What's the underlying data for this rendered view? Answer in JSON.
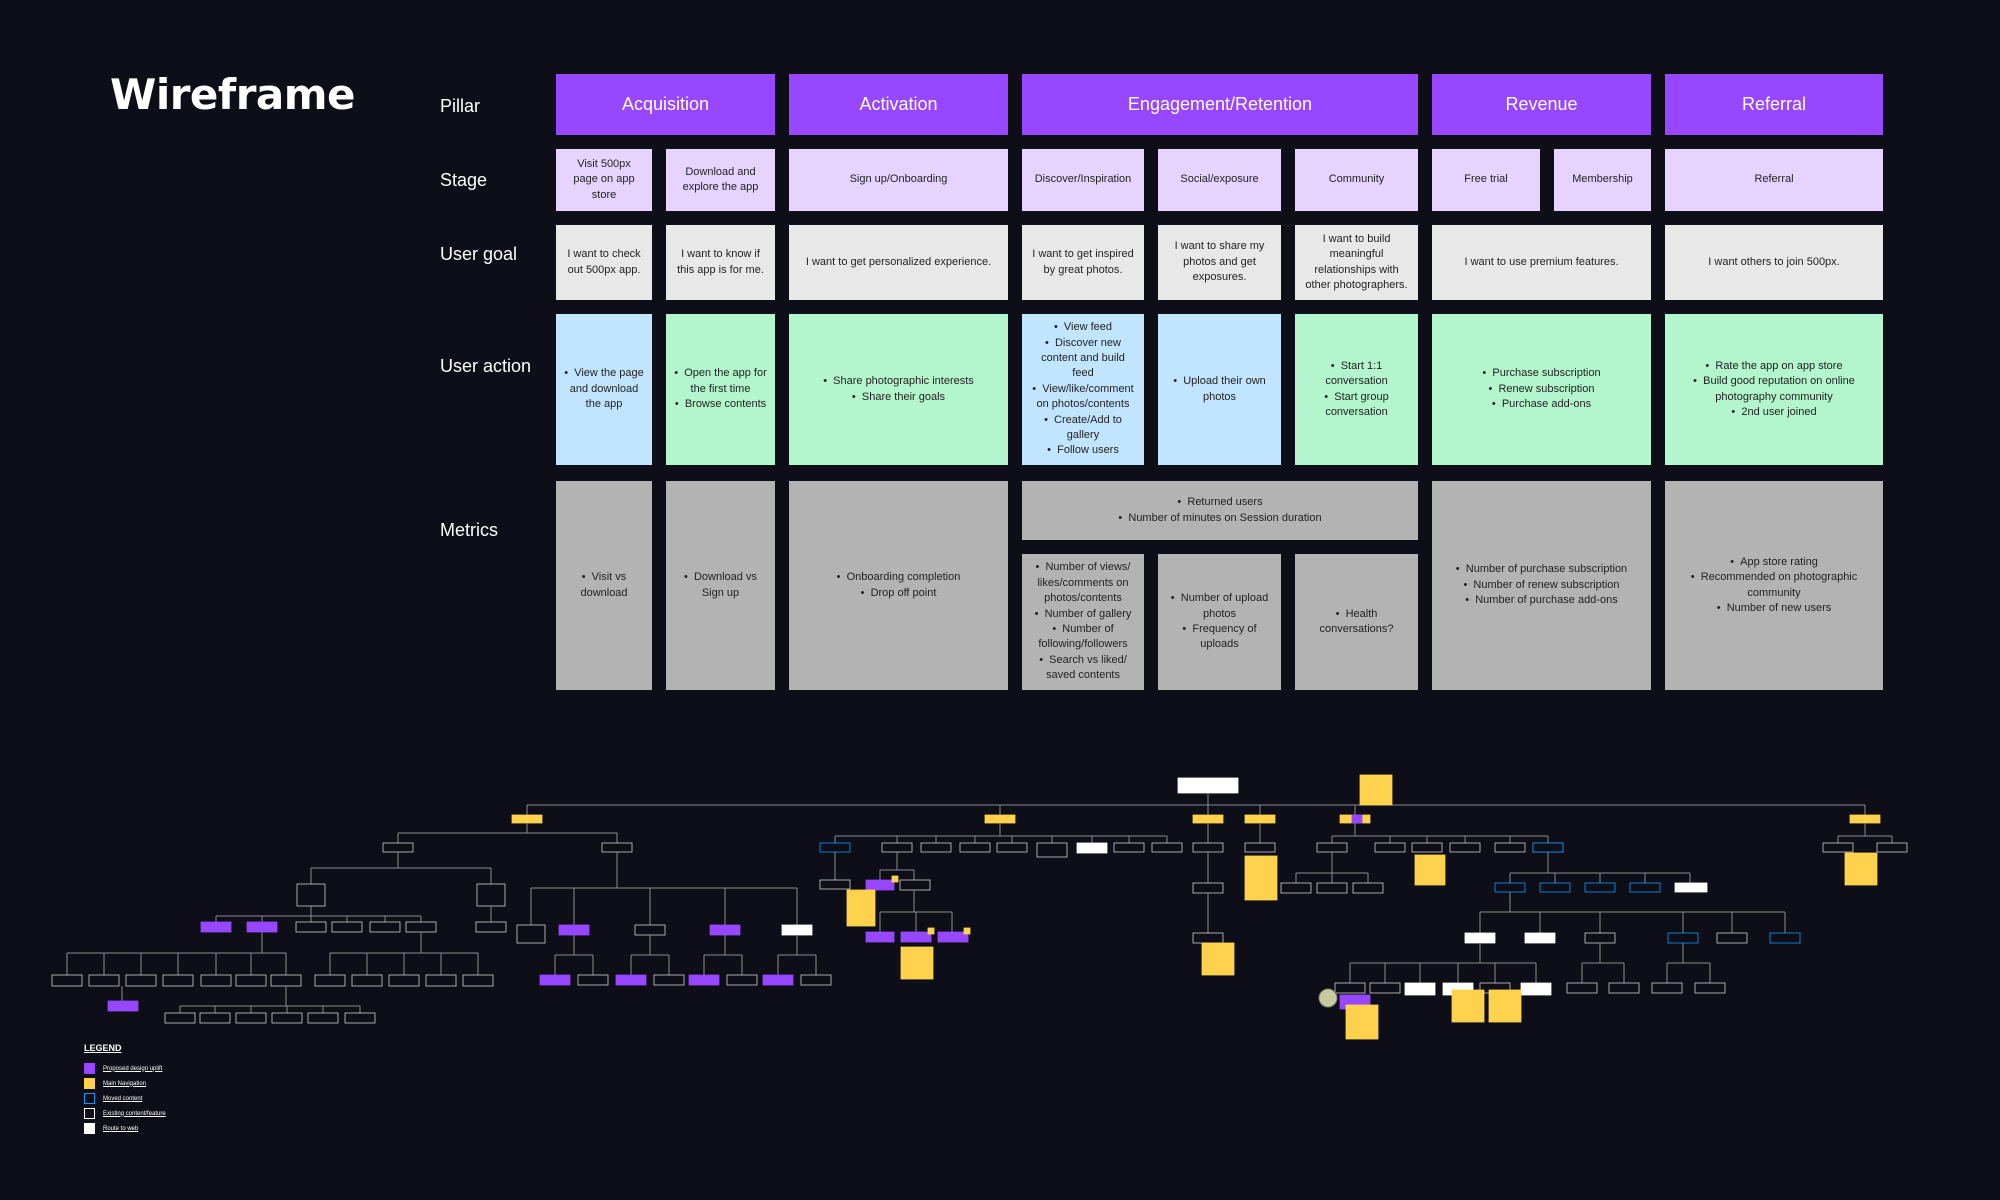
{
  "title": "Wireframe",
  "row_labels": {
    "pillar": "Pillar",
    "stage": "Stage",
    "user_goal": "User goal",
    "user_action": "User action",
    "metrics": "Metrics"
  },
  "colors": {
    "background": "#0e0e18",
    "pillar": "#9747ff",
    "stage": "#e6d4ff",
    "goal": "#e8e8e8",
    "action_blue": "#c2e5ff",
    "action_green": "#b3f5cc",
    "metrics": "#b3b3b3",
    "sticky": "#ffd24d"
  },
  "pillars": [
    "Acquisition",
    "Activation",
    "Engagement/Retention",
    "Revenue",
    "Referral"
  ],
  "stages": [
    "Visit 500px page on app store",
    "Download and explore the app",
    "Sign up/Onboarding",
    "Discover/Inspiration",
    "Social/exposure",
    "Community",
    "Free trial",
    "Membership",
    "Referral"
  ],
  "goals": [
    "I want to check out 500px app.",
    "I want to know if this app is for me.",
    "I want to get personalized experience.",
    "I want to get inspired by great photos.",
    "I want to share my photos and get exposures.",
    "I want to build meaningful relationships with other photographers.",
    "I want to use premium features.",
    "I want others to join 500px."
  ],
  "actions": [
    [
      "View the page and download the app"
    ],
    [
      "Open the app for the first time",
      "Browse contents"
    ],
    [
      "Share photographic interests",
      "Share their goals"
    ],
    [
      "View feed",
      "Discover new content and build feed",
      "View/like/comment on photos/contents",
      "Create/Add to gallery",
      "Follow users"
    ],
    [
      "Upload their own photos"
    ],
    [
      "Start 1:1 conversation",
      "Start group conversation"
    ],
    [
      "Purchase subscription",
      "Renew subscription",
      "Purchase add-ons"
    ],
    [
      "Rate the app on app store",
      "Build good reputation on online photography community",
      "2nd user joined"
    ]
  ],
  "metrics": [
    [
      "Visit vs download"
    ],
    [
      "Download vs Sign up"
    ],
    [
      "Onboarding completion",
      "Drop off point"
    ],
    [
      "Returned users",
      "Number of minutes on Session duration"
    ],
    [
      "Number of views/ likes/comments on photos/contents",
      "Number of gallery",
      "Number of following/followers",
      "Search vs liked/ saved contents"
    ],
    [
      "Number of upload photos",
      "Frequency of uploads"
    ],
    [
      "Health conversations?"
    ],
    [
      "Number of purchase subscription",
      "Number of renew subscription",
      "Number of purchase add-ons"
    ],
    [
      "App store rating",
      "Recommended on photographic community",
      "Number of new users"
    ]
  ],
  "legend": {
    "title": "LEGEND",
    "items": [
      {
        "label": "Proposed design uplift",
        "color": "#9747ff"
      },
      {
        "label": "Main Navigation",
        "color": "#ffd24d"
      },
      {
        "label": "Moved content",
        "color": "#0d99ff"
      },
      {
        "label": "Existing content/feature",
        "color": "#ffffff"
      },
      {
        "label": "Route to web",
        "color": "#ffffff"
      }
    ]
  }
}
